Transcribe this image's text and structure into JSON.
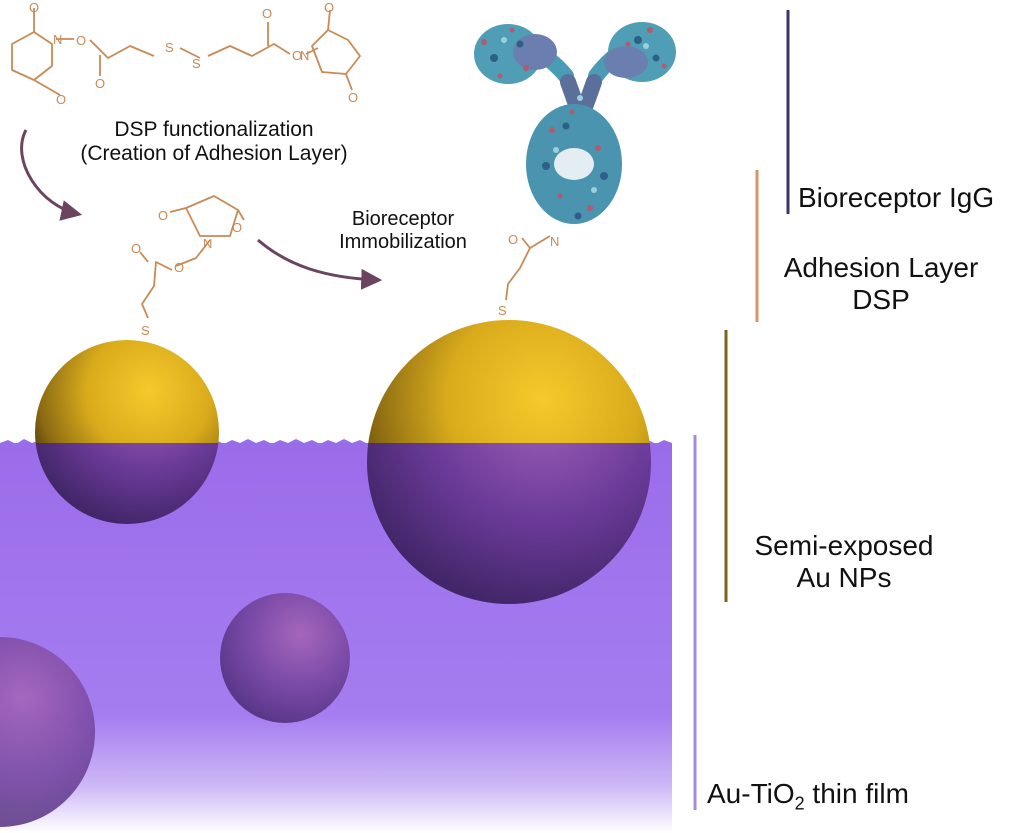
{
  "steps": {
    "functionalization_line1": "DSP functionalization",
    "functionalization_line2": "(Creation of Adhesion Layer)",
    "immobilization_line1": "Bioreceptor",
    "immobilization_line2": "Immobilization"
  },
  "chemistry": {
    "oxygen": "O",
    "nitrogen": "N",
    "sulfur": "S"
  },
  "layers": {
    "bioreceptor": "Bioreceptor IgG",
    "adhesion_line1": "Adhesion Layer",
    "adhesion_line2": "DSP",
    "nps_line1": "Semi-exposed",
    "nps_line2": "Au NPs",
    "film_prefix": "Au-TiO",
    "film_subscript": "2",
    "film_suffix": " thin film"
  },
  "colors": {
    "bioreceptor_bar": "#3a3566",
    "adhesion_bar": "#d9956a",
    "nps_bar": "#7a6420",
    "film_bar": "#a48be0",
    "film": "#9b70ea",
    "gold": "#e0b420",
    "molecule": "#c98a55",
    "arrow": "#6b4560"
  }
}
